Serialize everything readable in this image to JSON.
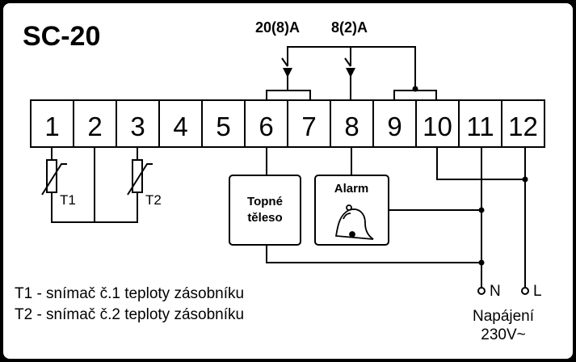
{
  "title": "SC-20",
  "relays": [
    {
      "rating": "20(8)A"
    },
    {
      "rating": "8(2)A"
    }
  ],
  "terminals": [
    "1",
    "2",
    "3",
    "4",
    "5",
    "6",
    "7",
    "8",
    "9",
    "10",
    "11",
    "12"
  ],
  "sensors": [
    {
      "label": "T1"
    },
    {
      "label": "T2"
    }
  ],
  "loads": {
    "heater_line1": "Topné",
    "heater_line2": "těleso",
    "alarm": "Alarm"
  },
  "supply": {
    "neutral": "N",
    "line": "L",
    "label_line1": "Napájení",
    "label_line2": "230V~"
  },
  "legend": [
    "T1 - snímač č.1 teploty zásobníku",
    "T2 - snímač č.2 teploty zásobníku"
  ]
}
